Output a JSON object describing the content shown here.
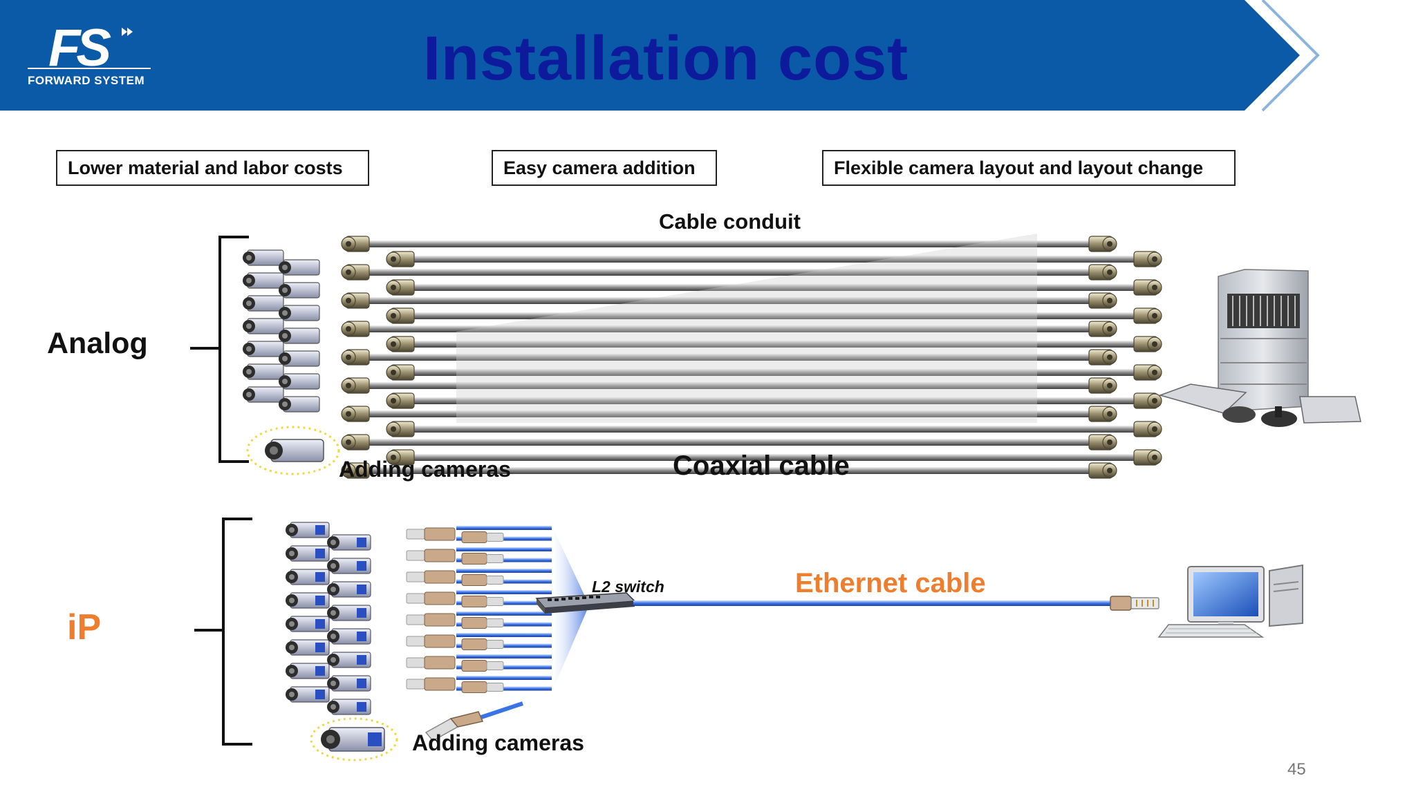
{
  "header": {
    "logo_text": "FS",
    "company_name": "FORWARD SYSTEM",
    "title": "Installation cost",
    "bar_color": "#0a5aa8",
    "title_color": "#0d1a9c"
  },
  "benefits": [
    "Lower material and labor costs",
    "Easy camera addition",
    "Flexible camera layout and layout change"
  ],
  "analog": {
    "label": "Analog",
    "conduit_label": "Cable conduit",
    "cable_label": "Coaxial cable",
    "adding_label": "Adding cameras",
    "cable_count": 9,
    "equipment_icon": "dvr-rack-with-keyboard-icon"
  },
  "ip": {
    "label": "iP",
    "label_color": "#ee7d2e",
    "switch_label": "L2 switch",
    "cable_label": "Ethernet cable",
    "cable_label_color": "#ee7d2e",
    "adding_label": "Adding cameras",
    "camera_rows": 8,
    "equipment_icon": "desktop-computer-icon"
  },
  "page_number": "45"
}
